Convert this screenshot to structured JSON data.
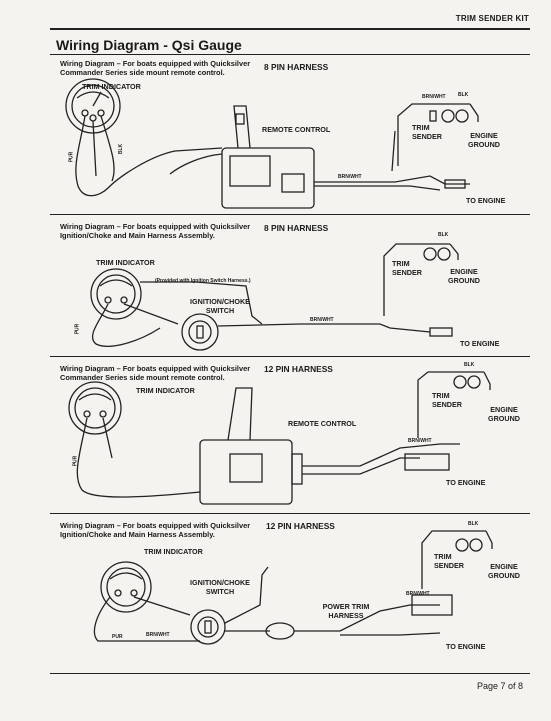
{
  "header": {
    "kit_label": "TRIM SENDER KIT",
    "title": "Wiring Diagram - Qsi Gauge"
  },
  "panels": [
    {
      "caption": "Wiring Diagram – For boats equipped with Quicksilver Commander Series side mount remote control.",
      "harness": "8 PIN HARNESS",
      "labels": {
        "trim_indicator": "TRIM INDICATOR",
        "device": "REMOTE CONTROL",
        "trim_sender": "TRIM SENDER",
        "engine_ground": "ENGINE GROUND",
        "to_engine": "TO ENGINE",
        "brn_wht": "BRN/WHT",
        "blk": "BLK",
        "pur": "PUR"
      }
    },
    {
      "caption": "Wiring Diagram – For boats equipped with Quicksilver Ignition/Choke and Main Harness Assembly.",
      "harness": "8 PIN HARNESS",
      "labels": {
        "trim_indicator": "TRIM INDICATOR",
        "device": "IGNITION/CHOKE SWITCH",
        "note": "(Provided with Ignition Switch Harness.)",
        "trim_sender": "TRIM SENDER",
        "engine_ground": "ENGINE GROUND",
        "to_engine": "TO ENGINE",
        "brn_wht": "BRN/WHT",
        "blk": "BLK",
        "pur": "PUR"
      }
    },
    {
      "caption": "Wiring Diagram – For boats equipped with Quicksilver Commander Series side mount remote control.",
      "harness": "12 PIN HARNESS",
      "labels": {
        "trim_indicator": "TRIM INDICATOR",
        "device": "REMOTE CONTROL",
        "trim_sender": "TRIM SENDER",
        "engine_ground": "ENGINE GROUND",
        "to_engine": "TO ENGINE",
        "brn_wht": "BRN/WHT",
        "blk": "BLK",
        "pur": "PUR"
      }
    },
    {
      "caption": "Wiring Diagram – For boats equipped with Quicksilver Ignition/Choke and Main Harness Assembly.",
      "harness": "12 PIN HARNESS",
      "labels": {
        "trim_indicator": "TRIM INDICATOR",
        "device": "IGNITION/CHOKE SWITCH",
        "power_trim": "POWER TRIM HARNESS",
        "trim_sender": "TRIM SENDER",
        "engine_ground": "ENGINE GROUND",
        "to_engine": "TO ENGINE",
        "brn_wht": "BRN/WHT",
        "blk": "BLK",
        "pur": "PUR"
      }
    }
  ],
  "footer": {
    "page": "Page 7 of 8"
  }
}
